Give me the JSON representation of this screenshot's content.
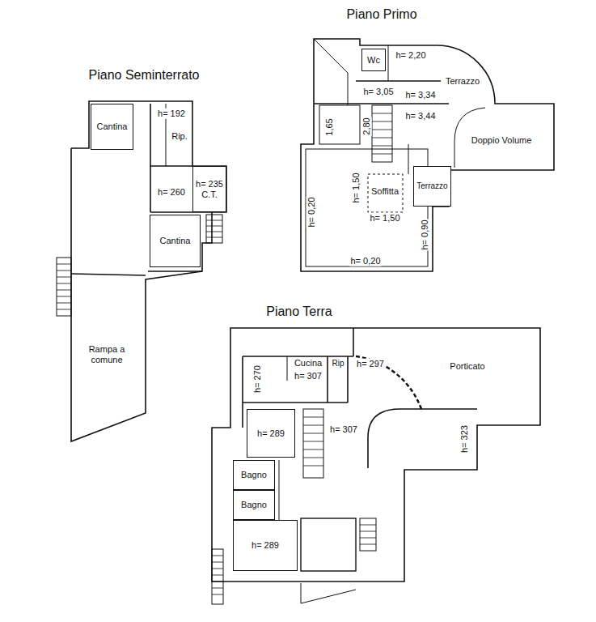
{
  "diagram": {
    "nodes": [
      {
        "text": [
          "Cantina"
        ]
      },
      {
        "text": [
          "h= 235",
          "C.T."
        ]
      },
      {
        "text": [
          "Cantina"
        ]
      },
      {
        "text": [
          "Wc"
        ]
      },
      {
        "text": [
          "Terrazzo"
        ]
      },
      {
        "text": [
          "h= 289"
        ]
      },
      {
        "text": [
          "Bagno"
        ]
      },
      {
        "text": [
          "Bagno"
        ]
      },
      {
        "text": [
          "h= 289"
        ]
      }
    ],
    "labels": [
      "Piano Seminterrato",
      "h= 192",
      "Rip.",
      "h= 260",
      "Rampa a comune",
      "Piano Primo",
      "h= 2,20",
      "Terrazzo",
      "h= 3,05",
      "h= 3,34",
      "h= 3,44",
      "1,65",
      "2,80",
      "Doppio Volume",
      "h= 1,50",
      "Soffitta",
      "h= 1,50",
      "h= 0,20",
      "h= 0,90",
      "h= 0,20",
      "Piano Terra",
      "h= 270",
      "Cucina",
      "h= 307",
      "Rip",
      "h= 297",
      "Porticato",
      "h= 307",
      "h= 323"
    ]
  }
}
